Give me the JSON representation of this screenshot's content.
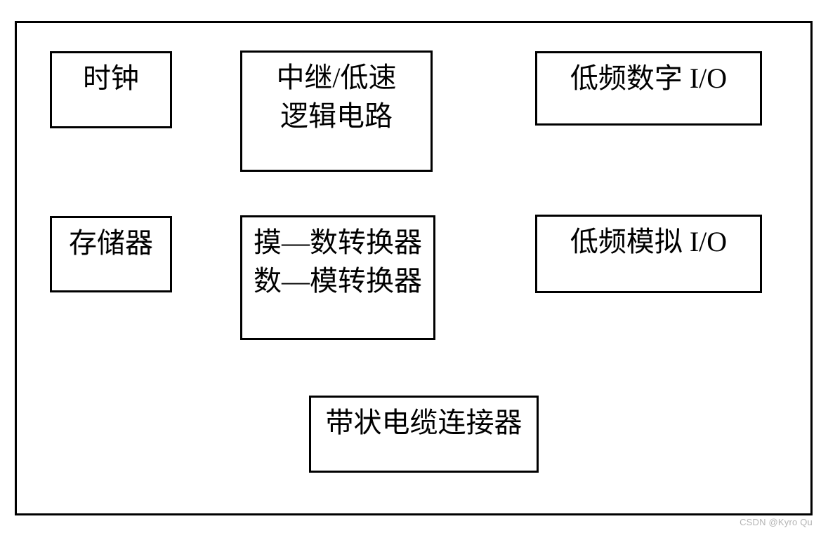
{
  "diagram": {
    "blocks": [
      {
        "id": "clock",
        "lines": [
          "时钟"
        ]
      },
      {
        "id": "relay-low-speed-logic",
        "lines": [
          "中继/低速",
          "逻辑电路"
        ]
      },
      {
        "id": "low-freq-digital-io",
        "lines": [
          "低频数字 I/O"
        ]
      },
      {
        "id": "memory",
        "lines": [
          "存储器"
        ]
      },
      {
        "id": "ad-da-converter",
        "lines": [
          "摸—数转换器",
          "数—模转换器"
        ]
      },
      {
        "id": "low-freq-analog-io",
        "lines": [
          "低频模拟 I/O"
        ]
      },
      {
        "id": "ribbon-cable-connector",
        "lines": [
          "带状电缆连接器"
        ]
      }
    ],
    "colors": {
      "border": "#000000",
      "text": "#000000",
      "background": "#ffffff",
      "watermark": "#b4b4b4"
    }
  },
  "watermark": {
    "text": "CSDN @Kyro Qu"
  }
}
